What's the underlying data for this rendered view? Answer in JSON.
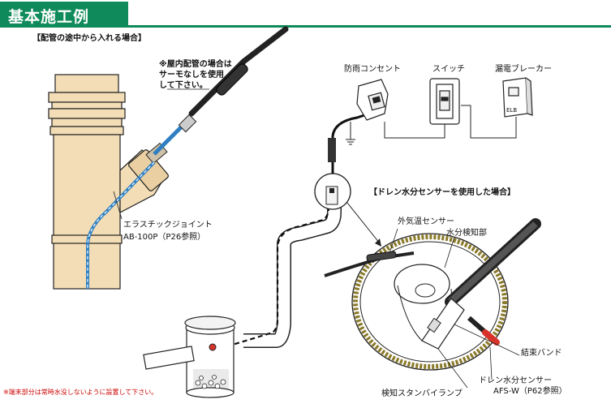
{
  "header": {
    "title": "基本施工例"
  },
  "captions": {
    "midway_case": "【配管の途中から入れる場合】",
    "indoor_note": [
      "※屋内配管の場合は",
      "サーモなしを使用",
      "して下さい。"
    ],
    "drain_case": "【ドレン水分センサーを使用した場合】"
  },
  "labels": {
    "outlet": "防雨コンセント",
    "switch": "スイッチ",
    "breaker": "漏電ブレーカー",
    "breaker_mark": "ELB",
    "joint": [
      "エラスチックジョイント",
      "AB-100P（P26参照）"
    ],
    "outside_temp_sensor": "外気温センサー",
    "moisture_detector": "水分検知部",
    "band": "結束バンド",
    "standby_lamp": "検知スタンバイランプ",
    "drain_sensor": [
      "ドレン水分センサー",
      "AFS-W（P62参照）"
    ]
  },
  "footnote": "※端末部分は常時水没しないように設置して下さい。",
  "colors": {
    "brand_green": "#0f8a5a",
    "pipe_beige": "#f3ddb6",
    "cable_blue": "#2f7fc1",
    "note_red": "#cc0000",
    "sensor_red": "#d7332b"
  }
}
